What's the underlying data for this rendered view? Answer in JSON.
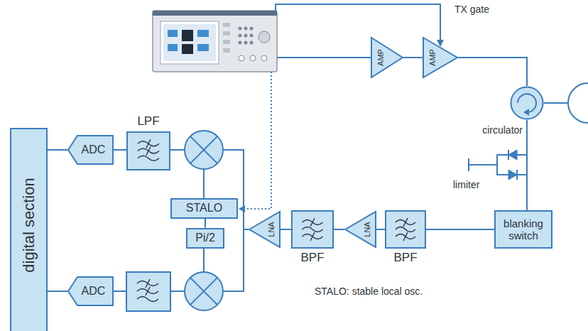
{
  "diagram": {
    "nodes": [
      {
        "text": [
          "digital section"
        ]
      },
      {
        "text": [
          "ADC"
        ]
      },
      {
        "text": [
          "LPF"
        ]
      },
      {
        "text": [
          "STALO"
        ]
      },
      {
        "text": [
          "Pi/2"
        ]
      },
      {
        "text": [
          "ADC"
        ]
      },
      {
        "text": [
          "LNA"
        ]
      },
      {
        "text": [
          "BPF"
        ]
      },
      {
        "text": [
          "LNA"
        ]
      },
      {
        "text": [
          "BPF"
        ]
      },
      {
        "text": [
          "blanking switch"
        ]
      },
      {
        "text": [
          "AMP"
        ]
      },
      {
        "text": [
          "AMP"
        ]
      },
      {
        "text": [
          "circulator"
        ]
      }
    ],
    "edges": [
      {
        "from": 11,
        "to": 12,
        "arrow": "none"
      },
      {
        "from": 12,
        "to": 13,
        "arrow": "none"
      },
      {
        "from": 13,
        "to": 10,
        "arrow": "none"
      },
      {
        "from": 10,
        "to": 9,
        "arrow": "none"
      },
      {
        "from": 9,
        "to": 8,
        "arrow": "none"
      },
      {
        "from": 8,
        "to": 7,
        "arrow": "none"
      },
      {
        "from": 7,
        "to": 6,
        "arrow": "none"
      },
      {
        "from": 2,
        "to": 1,
        "arrow": "none"
      },
      {
        "from": 1,
        "to": 0,
        "arrow": "none"
      },
      {
        "from": 5,
        "to": 0,
        "arrow": "none"
      },
      {
        "from": 3,
        "to": 4,
        "arrow": "none"
      }
    ],
    "labels": [
      "TX gate",
      "limiter",
      "STALO: stable local osc."
    ]
  }
}
